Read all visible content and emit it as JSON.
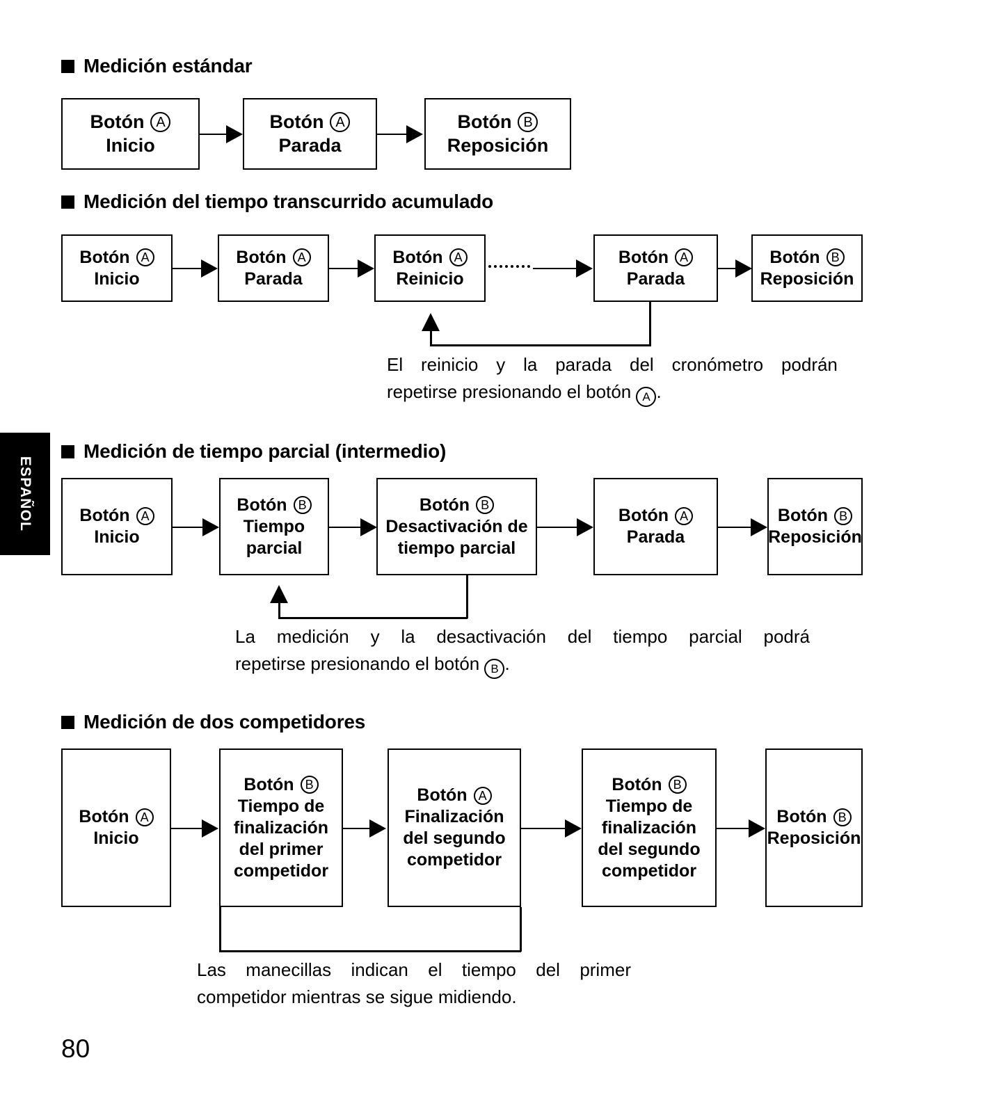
{
  "page": {
    "number": "80",
    "side_tab_label": "ESPAÑOL"
  },
  "sections": [
    {
      "id": "standard",
      "heading": "Medición estándar",
      "boxes": [
        {
          "button_word": "Botón",
          "button_id": "A",
          "action": "Inicio"
        },
        {
          "button_word": "Botón",
          "button_id": "A",
          "action": "Parada"
        },
        {
          "button_word": "Botón",
          "button_id": "B",
          "action": "Reposición"
        }
      ]
    },
    {
      "id": "accumulated",
      "heading": "Medición del tiempo transcurrido acumulado",
      "boxes": [
        {
          "button_word": "Botón",
          "button_id": "A",
          "action": "Inicio"
        },
        {
          "button_word": "Botón",
          "button_id": "A",
          "action": "Parada"
        },
        {
          "button_word": "Botón",
          "button_id": "A",
          "action": "Reinicio"
        },
        {
          "button_word": "Botón",
          "button_id": "A",
          "action": "Parada"
        },
        {
          "button_word": "Botón",
          "button_id": "B",
          "action": "Reposición"
        }
      ],
      "caption_line1_a": "El",
      "caption_line1_b": "reinicio",
      "caption_line1_c": "y",
      "caption_line1_d": "la",
      "caption_line1_e": "parada",
      "caption_line1_f": "del",
      "caption_line1_g": "cronómetro",
      "caption_line1_h": "podrán",
      "caption_line2_pre": "repetirse presionando el botón",
      "caption_line2_circ": "A",
      "caption_line2_post": "."
    },
    {
      "id": "split",
      "heading": "Medición de tiempo parcial (intermedio)",
      "boxes": [
        {
          "button_word": "Botón",
          "button_id": "A",
          "action_lines": [
            "Inicio"
          ]
        },
        {
          "button_word": "Botón",
          "button_id": "B",
          "action_lines": [
            "Tiempo",
            "parcial"
          ]
        },
        {
          "button_word": "Botón",
          "button_id": "B",
          "action_lines": [
            "Desactivación de",
            "tiempo parcial"
          ]
        },
        {
          "button_word": "Botón",
          "button_id": "A",
          "action_lines": [
            "Parada"
          ]
        },
        {
          "button_word": "Botón",
          "button_id": "B",
          "action_lines": [
            "Reposición"
          ]
        }
      ],
      "caption_line1_a": "La",
      "caption_line1_b": "medición",
      "caption_line1_c": "y",
      "caption_line1_d": "la",
      "caption_line1_e": "desactivación",
      "caption_line1_f": "del",
      "caption_line1_g": "tiempo",
      "caption_line1_h": "parcial",
      "caption_line1_i": "podrá",
      "caption_line2_pre": "repetirse presionando el botón",
      "caption_line2_circ": "B",
      "caption_line2_post": "."
    },
    {
      "id": "two-competitors",
      "heading": "Medición de dos competidores",
      "boxes": [
        {
          "button_word": "Botón",
          "button_id": "A",
          "action_lines": [
            "Inicio"
          ]
        },
        {
          "button_word": "Botón",
          "button_id": "B",
          "action_lines": [
            "Tiempo de",
            "finalización",
            "del primer",
            "competidor"
          ]
        },
        {
          "button_word": "Botón",
          "button_id": "A",
          "action_lines": [
            "Finalización",
            "del segundo",
            "competidor"
          ]
        },
        {
          "button_word": "Botón",
          "button_id": "B",
          "action_lines": [
            "Tiempo de",
            "finalización",
            "del segundo",
            "competidor"
          ]
        },
        {
          "button_word": "Botón",
          "button_id": "B",
          "action_lines": [
            "Reposición"
          ]
        }
      ],
      "caption_line1_a": "Las",
      "caption_line1_b": "manecillas",
      "caption_line1_c": "indican",
      "caption_line1_d": "el",
      "caption_line1_e": "tiempo",
      "caption_line1_f": "del",
      "caption_line1_g": "primer",
      "caption_line2": "competidor mientras se sigue midiendo."
    }
  ]
}
